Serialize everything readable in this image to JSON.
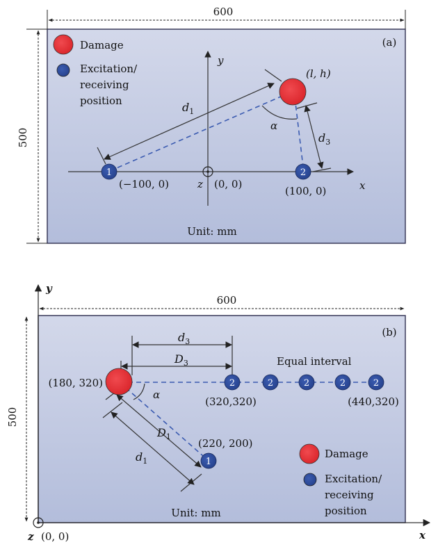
{
  "panel_a": {
    "tag": "(a)",
    "width_dim": "600",
    "height_dim": "500",
    "unit": "Unit: mm",
    "legend": {
      "damage": "Damage",
      "excite_line1": "Excitation/",
      "excite_line2": "receiving",
      "excite_line3": "position"
    },
    "axis_x": "x",
    "axis_y": "y",
    "axis_z": "z",
    "origin": "(0, 0)",
    "sensor1": {
      "id": "1",
      "coord": "(−100, 0)"
    },
    "sensor2": {
      "id": "2",
      "coord": "(100, 0)"
    },
    "damage_coord": "(l, h)",
    "d1": "d",
    "d1_sub": "1",
    "d3": "d",
    "d3_sub": "3",
    "alpha": "α"
  },
  "panel_b": {
    "tag": "(b)",
    "width_dim": "600",
    "height_dim": "500",
    "unit": "Unit: mm",
    "legend": {
      "damage": "Damage",
      "excite_line1": "Excitation/",
      "excite_line2": "receiving",
      "excite_line3": "position"
    },
    "axis_x": "x",
    "axis_y": "y",
    "axis_z": "z",
    "origin": "(0, 0)",
    "damage_coord": "(180, 320)",
    "sensor1": {
      "id": "1",
      "coord": "(220, 200)"
    },
    "sensor2_first": "(320,320)",
    "sensor2_last": "(440,320)",
    "sensor2_id": "2",
    "equal_interval": "Equal interval",
    "d3": "d",
    "d3_sub": "3",
    "D3": "D",
    "D3_sub": "3",
    "D1": "D",
    "D1_sub": "1",
    "d1": "d",
    "d1_sub": "1",
    "alpha": "α"
  },
  "colors": {
    "plate_top": "#cdd4e6",
    "plate_bottom": "#b5bfdc",
    "damage": "#e8343a",
    "sensor": "#2e4a9a",
    "dash_line": "#3a5ab0"
  }
}
